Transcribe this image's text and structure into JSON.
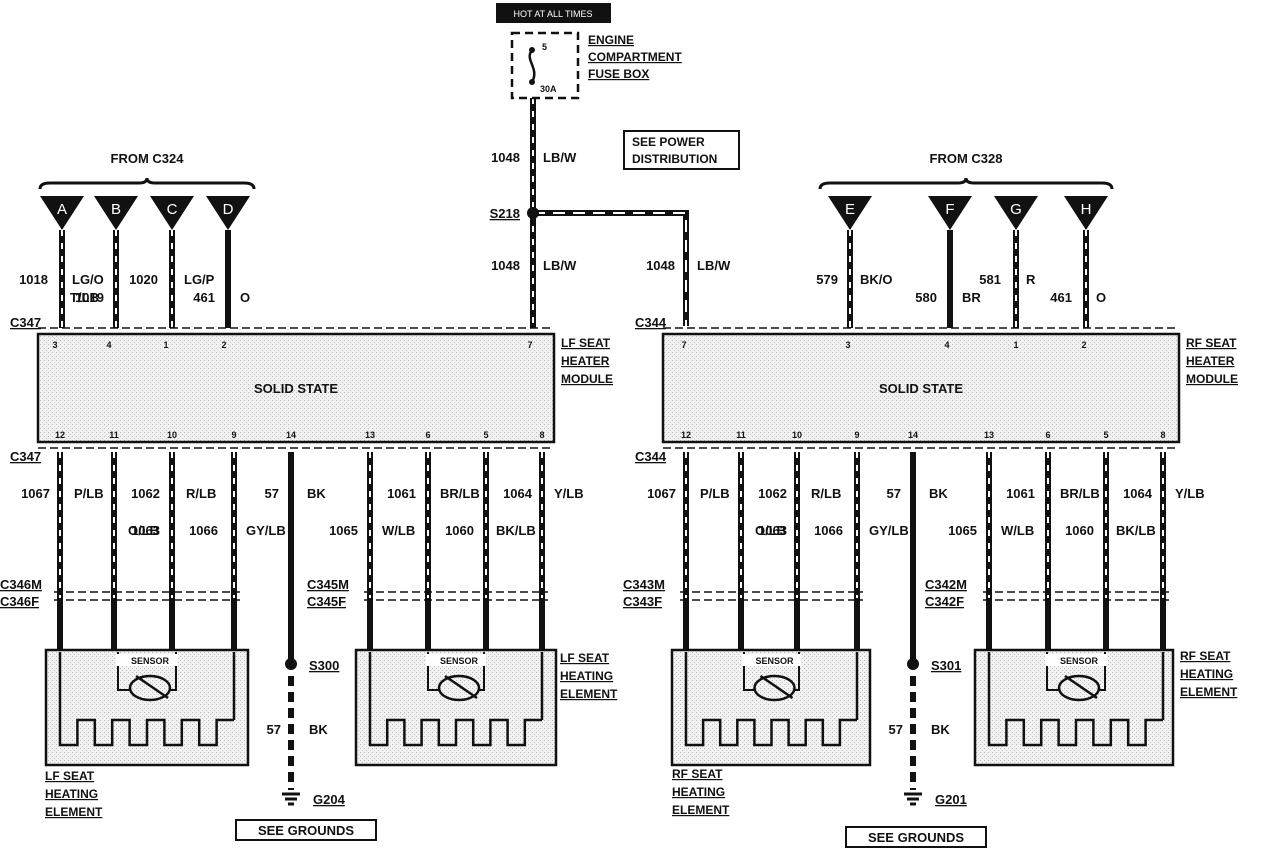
{
  "colors": {
    "ink": "#111111",
    "module_fill": "#e6e6e6",
    "background": "#ffffff"
  },
  "power": {
    "hot_label": "HOT AT ALL TIMES",
    "fuse_number": "5",
    "fuse_rating": "30A",
    "fusebox_label": [
      "ENGINE",
      "COMPARTMENT",
      "FUSE BOX"
    ],
    "see_power": [
      "SEE POWER",
      "DISTRIBUTION"
    ],
    "feed_circuit": "1048",
    "feed_color": "LB/W",
    "splice": "S218",
    "left_branch_circuit": "1048",
    "left_branch_color": "LB/W",
    "right_branch_circuit": "1048",
    "right_branch_color": "LB/W"
  },
  "left": {
    "from": "FROM C324",
    "plugs": [
      "A",
      "B",
      "C",
      "D"
    ],
    "in_wires": [
      {
        "circuit": "1018",
        "color": "LG/O"
      },
      {
        "circuit": "1019",
        "color": "T/LB"
      },
      {
        "circuit": "1020",
        "color": "LG/P"
      },
      {
        "circuit": "461",
        "color": "O"
      }
    ],
    "connector_top": "C347",
    "top_pins": [
      "3",
      "4",
      "1",
      "2",
      "7"
    ],
    "module_body": "SOLID STATE",
    "module_label": [
      "LF SEAT",
      "HEATER",
      "MODULE"
    ],
    "bottom_pins": [
      "12",
      "11",
      "10",
      "9",
      "14",
      "13",
      "6",
      "5",
      "8"
    ],
    "connector_bottom": "C347",
    "out_wires": [
      {
        "circuit": "1067",
        "color": "P/LB"
      },
      {
        "circuit": "1063",
        "color": "O/LB"
      },
      {
        "circuit": "1062",
        "color": "R/LB"
      },
      {
        "circuit": "1066",
        "color": "GY/LB"
      },
      {
        "circuit": "57",
        "color": "BK"
      },
      {
        "circuit": "1065",
        "color": "W/LB"
      },
      {
        "circuit": "1061",
        "color": "BR/LB"
      },
      {
        "circuit": "1060",
        "color": "BK/LB"
      },
      {
        "circuit": "1064",
        "color": "Y/LB"
      }
    ],
    "conn_a": [
      "C346M",
      "C346F"
    ],
    "conn_b": [
      "C345M",
      "C345F"
    ],
    "sensor": "SENSOR",
    "element_a": [
      "LF SEAT",
      "HEATING",
      "ELEMENT"
    ],
    "element_b": [
      "LF SEAT",
      "HEATING",
      "ELEMENT"
    ],
    "ground_splice": "S300",
    "ground_circuit": "57",
    "ground_color": "BK",
    "ground": "G204",
    "see_grounds": "SEE GROUNDS"
  },
  "right": {
    "from": "FROM C328",
    "plugs": [
      "E",
      "F",
      "G",
      "H"
    ],
    "in_wires": [
      {
        "circuit": "579",
        "color": "BK/O"
      },
      {
        "circuit": "580",
        "color": "BR"
      },
      {
        "circuit": "581",
        "color": "R"
      },
      {
        "circuit": "461",
        "color": "O"
      }
    ],
    "connector_top": "C344",
    "top_pins": [
      "7",
      "3",
      "4",
      "1",
      "2"
    ],
    "module_body": "SOLID STATE",
    "module_label": [
      "RF SEAT",
      "HEATER",
      "MODULE"
    ],
    "bottom_pins": [
      "12",
      "11",
      "10",
      "9",
      "14",
      "13",
      "6",
      "5",
      "8"
    ],
    "connector_bottom": "C344",
    "out_wires": [
      {
        "circuit": "1067",
        "color": "P/LB"
      },
      {
        "circuit": "1063",
        "color": "O/LB"
      },
      {
        "circuit": "1062",
        "color": "R/LB"
      },
      {
        "circuit": "1066",
        "color": "GY/LB"
      },
      {
        "circuit": "57",
        "color": "BK"
      },
      {
        "circuit": "1065",
        "color": "W/LB"
      },
      {
        "circuit": "1061",
        "color": "BR/LB"
      },
      {
        "circuit": "1060",
        "color": "BK/LB"
      },
      {
        "circuit": "1064",
        "color": "Y/LB"
      }
    ],
    "conn_a": [
      "C343M",
      "C343F"
    ],
    "conn_b": [
      "C342M",
      "C342F"
    ],
    "sensor": "SENSOR",
    "element_a": [
      "RF SEAT",
      "HEATING",
      "ELEMENT"
    ],
    "element_b": [
      "RF SEAT",
      "HEATING",
      "ELEMENT"
    ],
    "ground_splice": "S301",
    "ground_circuit": "57",
    "ground_color": "BK",
    "ground": "G201",
    "see_grounds": "SEE GROUNDS"
  }
}
